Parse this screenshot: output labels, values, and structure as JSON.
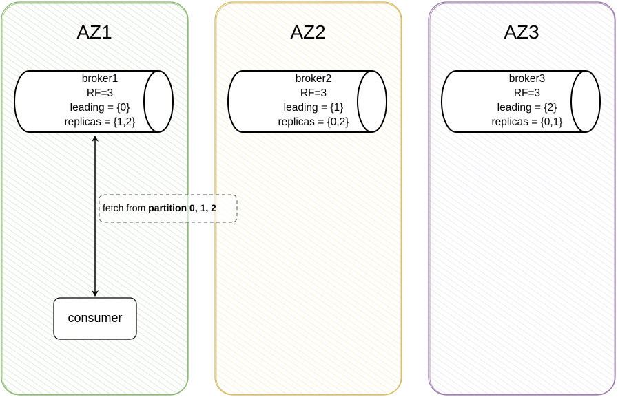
{
  "zones": [
    {
      "name": "AZ1",
      "color": "#82b366",
      "fill": "#d5e8d4"
    },
    {
      "name": "AZ2",
      "color": "#d6b656",
      "fill": "#fff2cc"
    },
    {
      "name": "AZ3",
      "color": "#9673a6",
      "fill": "#e1d5e7"
    }
  ],
  "brokers": [
    {
      "name": "broker1",
      "rf": "RF=3",
      "leading": "leading = {0}",
      "replicas": "replicas = {1,2}"
    },
    {
      "name": "broker2",
      "rf": "RF=3",
      "leading": "leading = {1}",
      "replicas": "replicas = {0,2}"
    },
    {
      "name": "broker3",
      "rf": "RF=3",
      "leading": "leading = {2}",
      "replicas": "replicas = {0,1}"
    }
  ],
  "consumer": {
    "label": "consumer"
  },
  "fetch": {
    "prefix": "fetch from ",
    "bold": "partition 0, 1, 2"
  }
}
